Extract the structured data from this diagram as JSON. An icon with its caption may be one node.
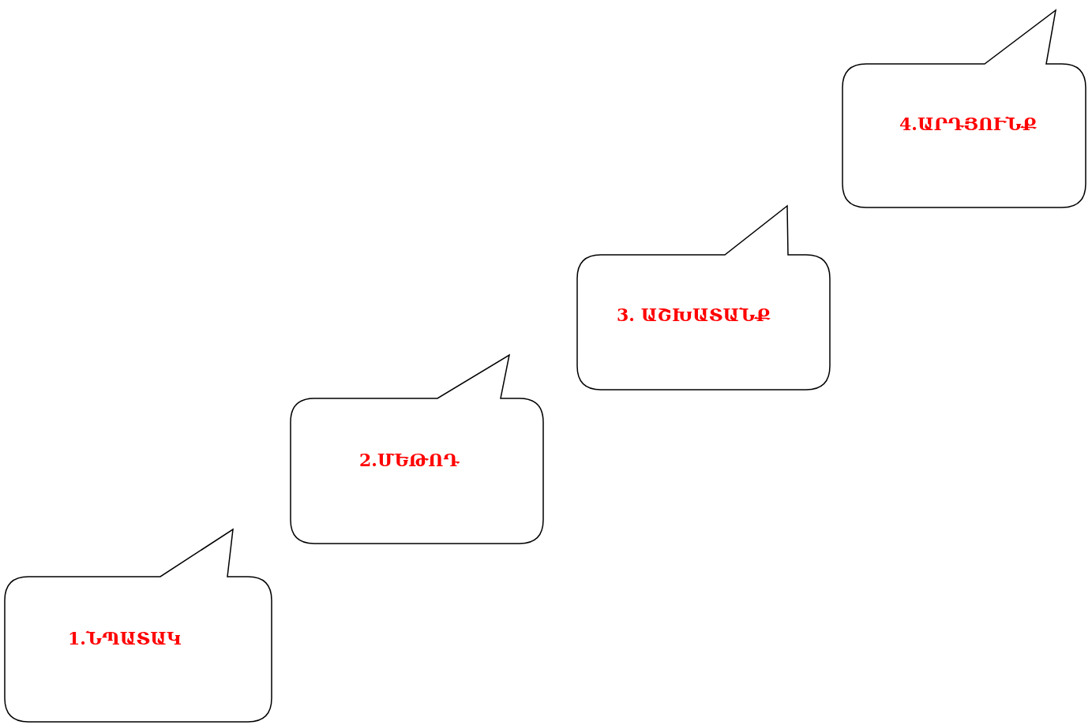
{
  "diagram": {
    "nodes": [
      {
        "text": [
          "1.ՆՊԱՏԱԿ"
        ]
      },
      {
        "text": [
          "2.ՄԵԹՈԴ"
        ]
      },
      {
        "text": [
          "3. ԱՇԽԱՏԱՆՔ"
        ]
      },
      {
        "text": [
          "4.ԱՐԴՅՈՒՆՔ"
        ]
      }
    ]
  }
}
